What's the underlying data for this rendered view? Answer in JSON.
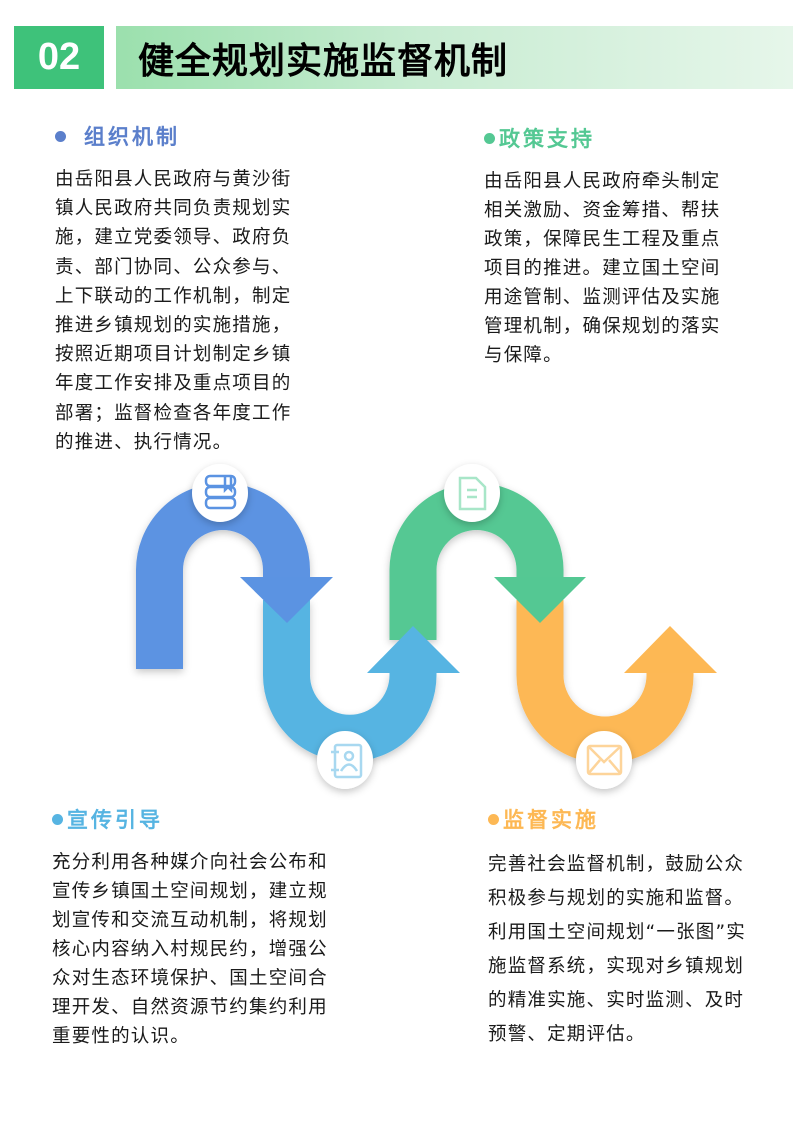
{
  "header": {
    "number": "02",
    "title": "健全规划实施监督机制"
  },
  "colors": {
    "header_green": "#3EC27A",
    "blue": "#5B93E2",
    "light_blue": "#56B4E2",
    "green": "#54C893",
    "orange": "#FDB854"
  },
  "sections": [
    {
      "title": "组织机制",
      "color": "#5B7FCB",
      "lines": [
        "由岳阳县人民政府与黄沙街",
        "镇人民政府共同负责规划实",
        "施，建立党委领导、政府负",
        "责、部门协同、公众参与、",
        "上下联动的工作机制，制定",
        "推进乡镇规划的实施措施，",
        "按照近期项目计划制定乡镇",
        "年度工作安排及重点项目的",
        "部署；监督检查各年度工作",
        "的推进、执行情况。"
      ]
    },
    {
      "title": "政策支持",
      "color": "#54C893",
      "lines": [
        "由岳阳县人民政府牵头制定",
        "相关激励、资金筹措、帮扶",
        "政策，保障民生工程及重点",
        "项目的推进。建立国土空间",
        "用途管制、监测评估及实施",
        "管理机制，确保规划的落实",
        "与保障。"
      ]
    },
    {
      "title": "宣传引导",
      "color": "#56B4E2",
      "lines": [
        "充分利用各种媒介向社会公布和",
        "宣传乡镇国土空间规划，建立规",
        "划宣传和交流互动机制，将规划",
        "核心内容纳入村规民约，增强公",
        "众对生态环境保护、国土空间合",
        "理开发、自然资源节约集约利用",
        "重要性的认识。"
      ]
    },
    {
      "title": "监督实施",
      "color": "#FDB854",
      "lines": [
        "完善社会监督机制，鼓励公众",
        "积极参与规划的实施和监督。",
        "利用国土空间规划“一张图”实",
        "施监督系统，实现对乡镇规划",
        "的精准实施、实时监测、及时",
        "预警、定期评估。"
      ]
    }
  ],
  "icons": [
    "books-icon",
    "document-icon",
    "contact-book-icon",
    "envelope-icon"
  ]
}
